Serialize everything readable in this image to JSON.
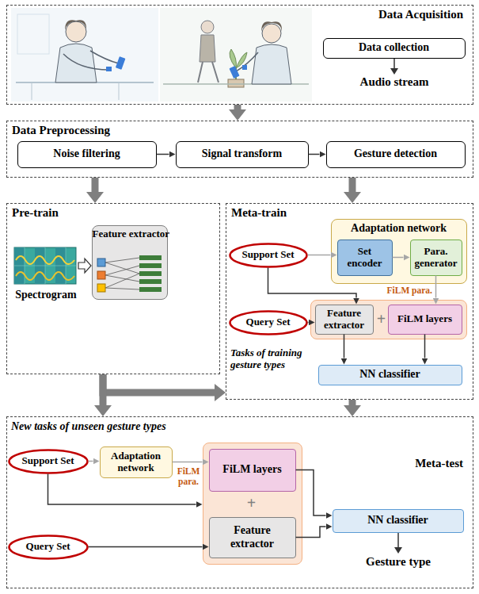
{
  "diagram": {
    "nodes": [
      {
        "text": [
          "Data Acquisition"
        ]
      },
      {
        "text": [
          "Data collection"
        ],
        "in": 0
      },
      {
        "text": [
          "Data Preprocessing"
        ]
      },
      {
        "text": [
          "Noise filtering"
        ],
        "in": 2
      },
      {
        "text": [
          "Signal transform"
        ],
        "in": 2
      },
      {
        "text": [
          "Gesture detection"
        ],
        "in": 2
      },
      {
        "text": [
          "Pre-train"
        ]
      },
      {
        "text": [
          "Feature extractor"
        ],
        "in": 6
      },
      {
        "text": [
          "Meta-train"
        ]
      },
      {
        "text": [
          "Adaptation network"
        ],
        "in": 8
      },
      {
        "text": [
          "Set encoder"
        ],
        "in": 9
      },
      {
        "text": [
          "Para. generator"
        ],
        "in": 9
      },
      {
        "text": [
          "Support Set"
        ],
        "in": 8
      },
      {
        "text": [
          "Query Set"
        ],
        "in": 8
      },
      {
        "text": [
          "+"
        ],
        "in": 8
      },
      {
        "text": [
          "Feature extractor"
        ],
        "in": 14
      },
      {
        "text": [
          "FiLM layers"
        ],
        "in": 14
      },
      {
        "text": [
          "NN classifier"
        ],
        "in": 8
      },
      {
        "text": [
          "Meta-test"
        ]
      },
      {
        "text": [
          "Support Set"
        ],
        "in": 18
      },
      {
        "text": [
          "Adaptation network"
        ],
        "in": 18
      },
      {
        "text": [
          "+"
        ],
        "in": 18
      },
      {
        "text": [
          "FiLM layers"
        ],
        "in": 21
      },
      {
        "text": [
          "Feature extractor"
        ],
        "in": 21
      },
      {
        "text": [
          "Query Set"
        ],
        "in": 18
      },
      {
        "text": [
          "NN classifier"
        ],
        "in": 18
      }
    ],
    "edges": [
      {
        "from": 0,
        "to": 2,
        "arrow": "to"
      },
      {
        "from": 3,
        "to": 4,
        "arrow": "to"
      },
      {
        "from": 4,
        "to": 5,
        "arrow": "to"
      },
      {
        "from": 2,
        "to": 6,
        "arrow": "to"
      },
      {
        "from": 2,
        "to": 8,
        "arrow": "to"
      },
      {
        "from": 6,
        "to": 8,
        "arrow": "to"
      },
      {
        "from": 6,
        "to": 18,
        "arrow": "to"
      },
      {
        "from": 8,
        "to": 18,
        "arrow": "to"
      },
      {
        "from": 12,
        "to": 10,
        "arrow": "to"
      },
      {
        "from": 10,
        "to": 11,
        "arrow": "to"
      },
      {
        "from": 11,
        "to": 16,
        "label": "FiLM para.",
        "arrow": "to"
      },
      {
        "from": 12,
        "to": 15,
        "arrow": "to"
      },
      {
        "from": 13,
        "to": 15,
        "arrow": "to"
      },
      {
        "from": 15,
        "to": 17,
        "arrow": "to"
      },
      {
        "from": 16,
        "to": 17,
        "arrow": "to"
      },
      {
        "from": 19,
        "to": 20,
        "arrow": "to"
      },
      {
        "from": 20,
        "to": 22,
        "label": "FiLM para.",
        "arrow": "to"
      },
      {
        "from": 19,
        "to": 21,
        "arrow": "to"
      },
      {
        "from": 24,
        "to": 23,
        "arrow": "to"
      },
      {
        "from": 22,
        "to": 25,
        "arrow": "to"
      },
      {
        "from": 23,
        "to": 25,
        "arrow": "to"
      }
    ],
    "labels": [
      "Audio stream",
      "Spectrogram",
      "Tasks of training gesture types",
      "New tasks of unseen gesture types",
      "Gesture type"
    ]
  }
}
